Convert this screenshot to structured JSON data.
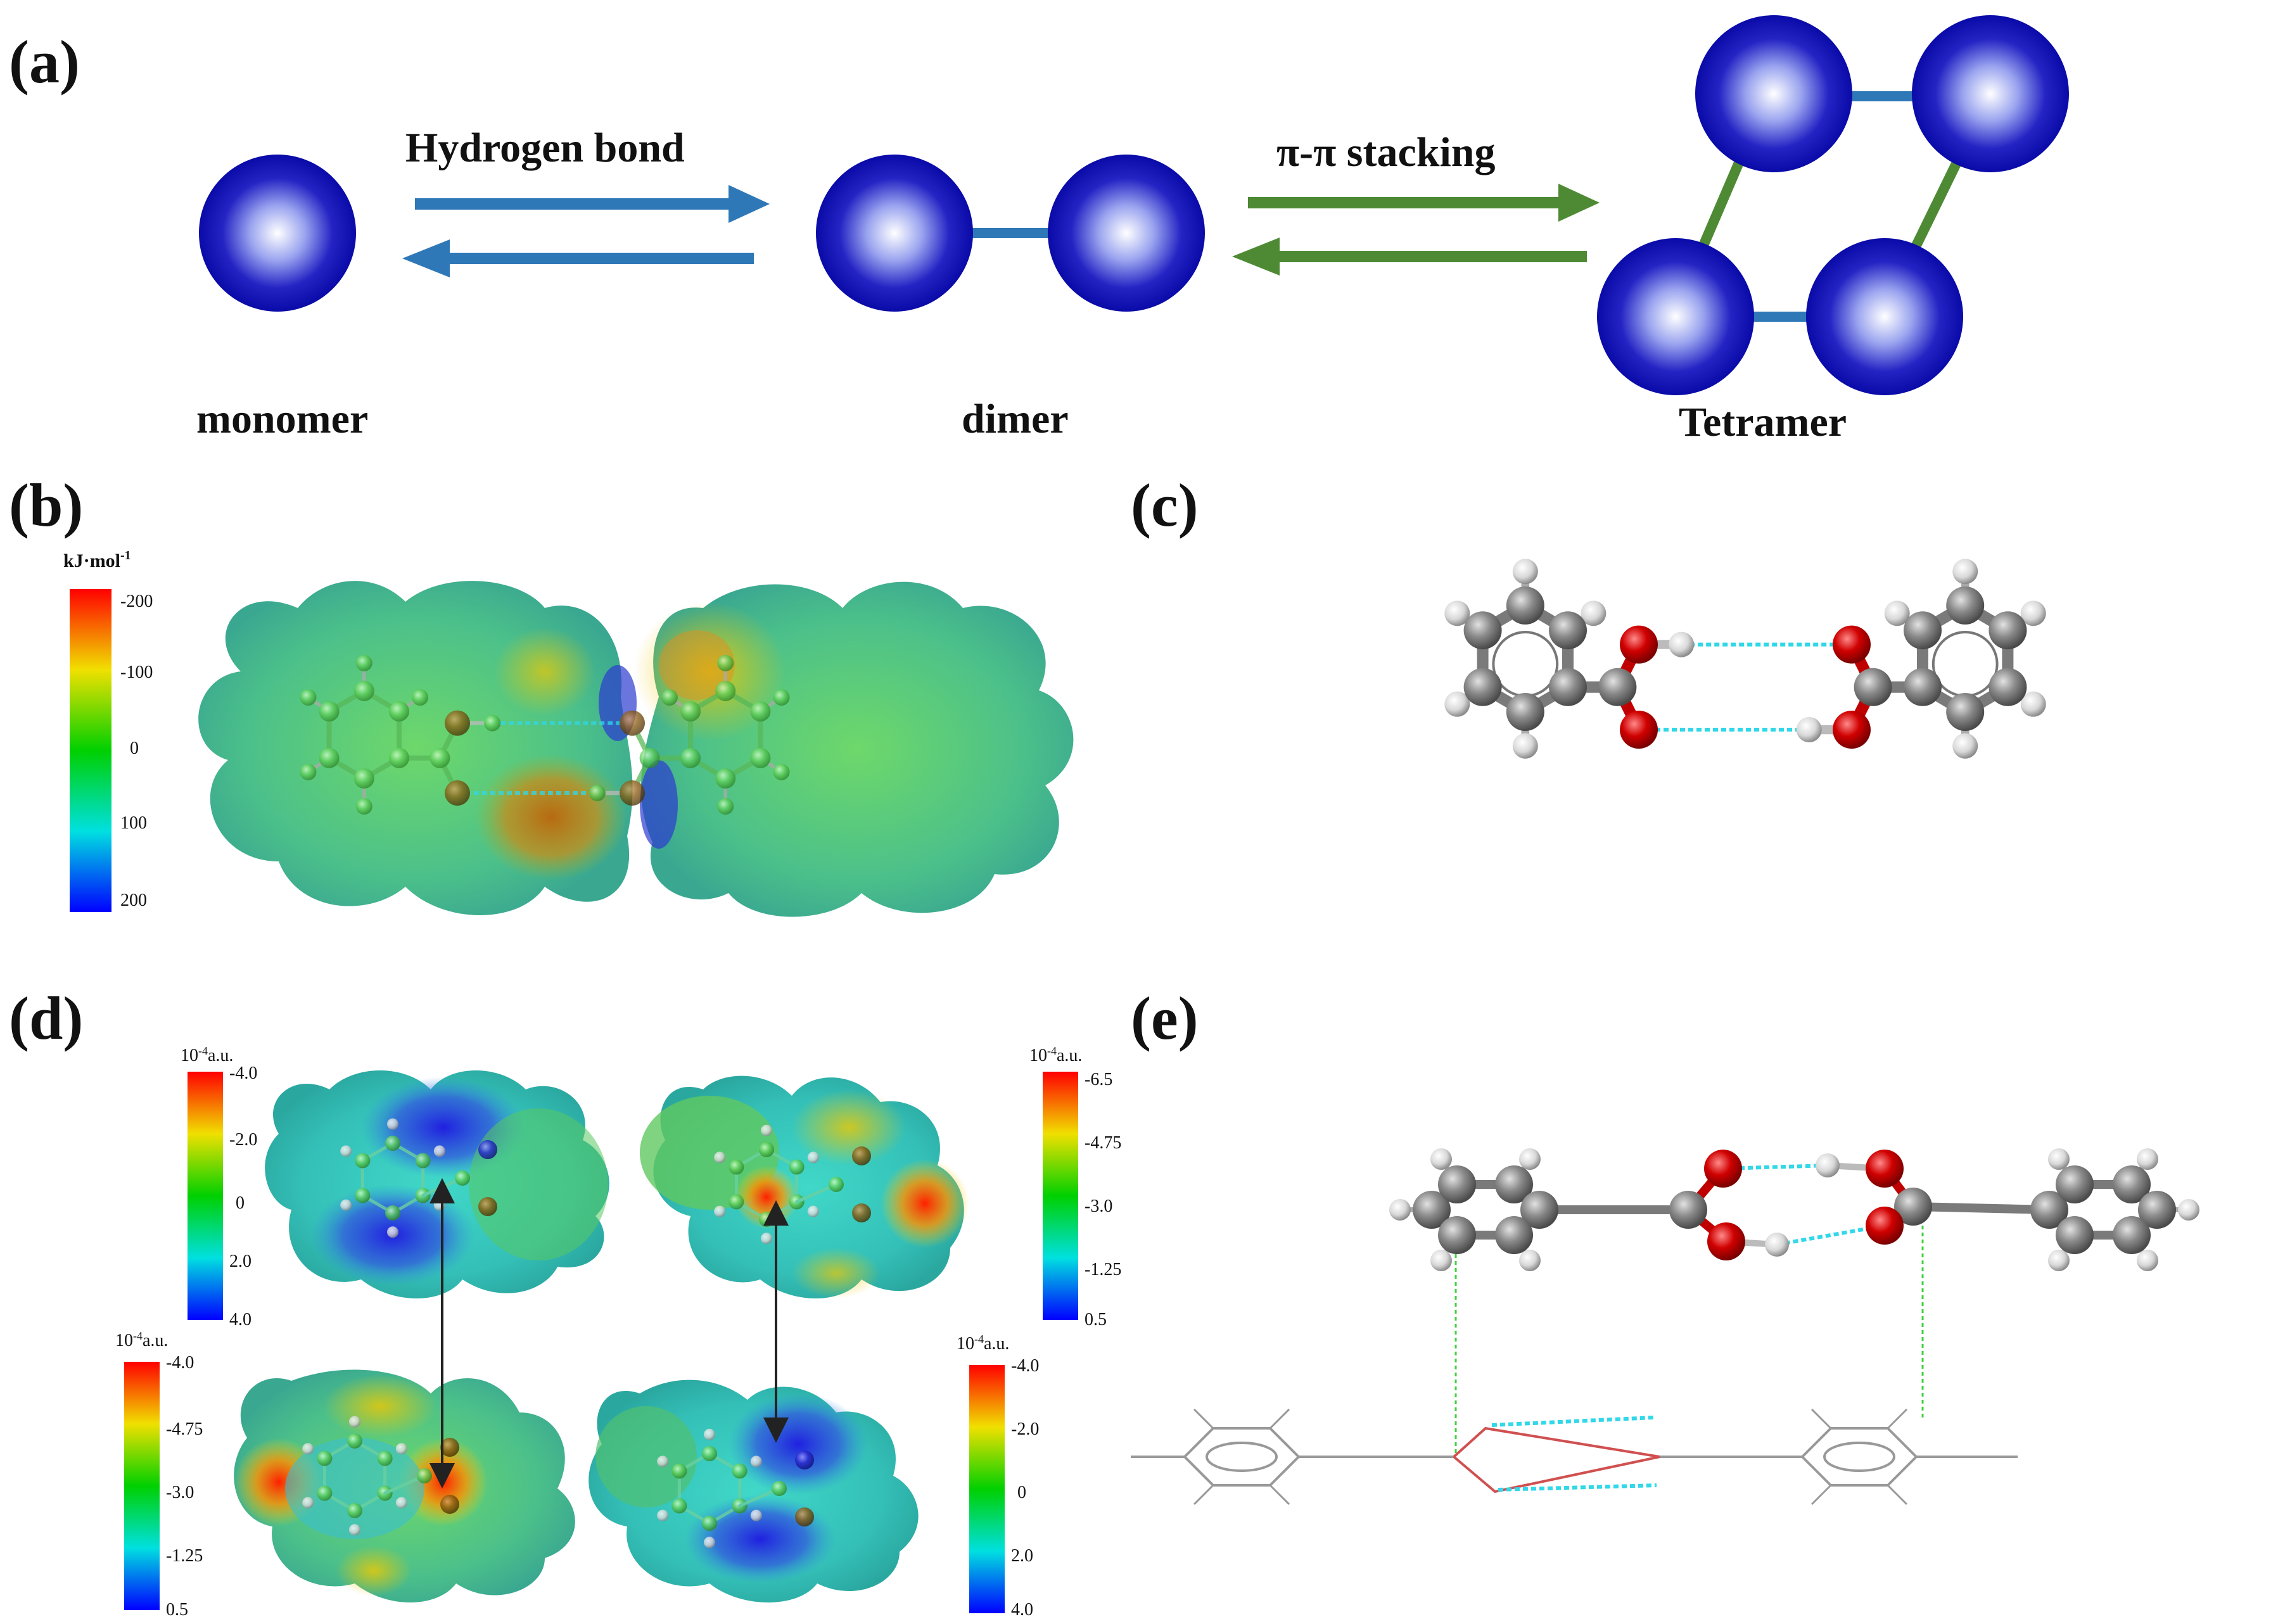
{
  "panel_labels": {
    "a": "(a)",
    "b": "(b)",
    "c": "(c)",
    "d": "(d)",
    "e": "(e)"
  },
  "panel_a": {
    "arrow1_label": "Hydrogen bond",
    "arrow2_label": "π-π stacking",
    "monomer": "monomer",
    "dimer": "dimer",
    "tetramer": "Tetramer",
    "colors": {
      "sphere": "#0a0aa8",
      "h_bond_arrow": "#2f78b8",
      "pi_arrow": "#4e8a34"
    }
  },
  "panel_b": {
    "unit_main": "kJ·mol",
    "unit_exp": "-1",
    "ticks": [
      "-200",
      "-100",
      "0",
      "100",
      "200"
    ]
  },
  "panel_d": {
    "cb1": {
      "unit_base": "10",
      "unit_exp": "-4",
      "unit_suffix": "a.u.",
      "ticks": [
        "-4.0",
        "-2.0",
        "0",
        "2.0",
        "4.0"
      ]
    },
    "cb2": {
      "unit_base": "10",
      "unit_exp": "-4",
      "unit_suffix": "a.u.",
      "ticks": [
        "-6.5",
        "-4.75",
        "-3.0",
        "-1.25",
        "0.5"
      ]
    },
    "cb3": {
      "unit_base": "10",
      "unit_exp": "-4",
      "unit_suffix": "a.u.",
      "ticks": [
        "-4.0",
        "-4.75",
        "-3.0",
        "-1.25",
        "0.5"
      ]
    },
    "cb4": {
      "unit_base": "10",
      "unit_exp": "-4",
      "unit_suffix": "a.u.",
      "ticks": [
        "-4.0",
        "-2.0",
        "0",
        "2.0",
        "4.0"
      ]
    }
  }
}
